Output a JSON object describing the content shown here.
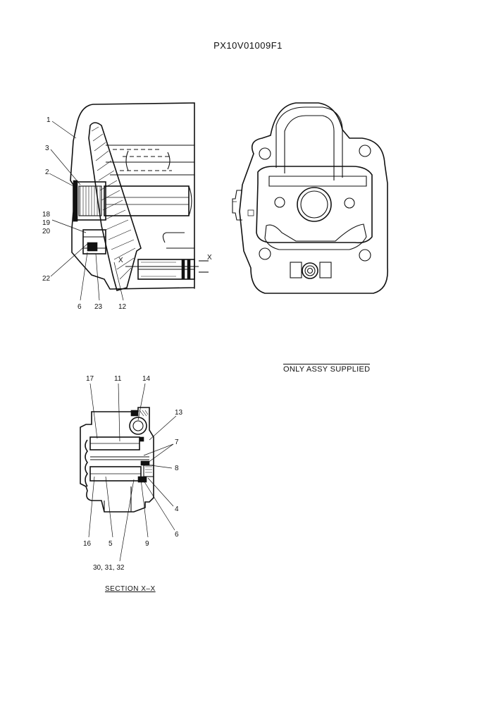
{
  "drawing_number": "PX10V01009F1",
  "supply_note": "ONLY ASSY SUPPLIED",
  "section_title": "SECTION  X–X",
  "section_mark": "X",
  "callouts_top": [
    "1",
    "3",
    "2",
    "18",
    "19",
    "20",
    "22",
    "6",
    "23",
    "12"
  ],
  "callouts_section": [
    "17",
    "11",
    "14",
    "13",
    "7",
    "8",
    "4",
    "6",
    "9",
    "5",
    "16",
    "30, 31, 32"
  ]
}
